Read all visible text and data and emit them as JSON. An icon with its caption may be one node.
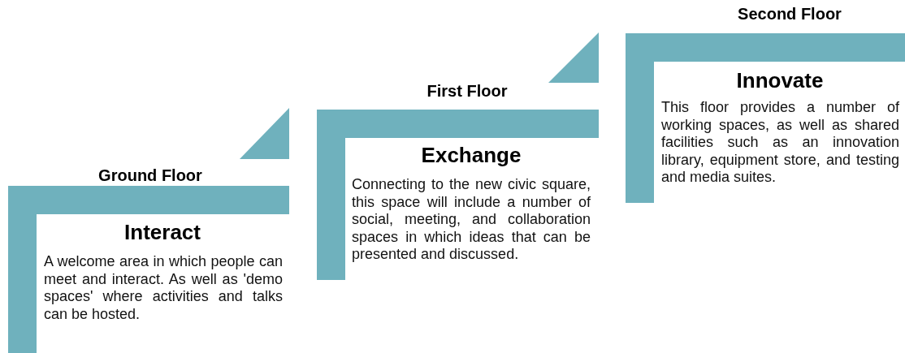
{
  "diagram": {
    "nodes": [
      {
        "text": [
          "Ground Floor",
          "Interact",
          "A welcome area in which people can meet and interact. As well as 'demo spaces' where activities and talks can be hosted."
        ]
      },
      {
        "text": [
          "First Floor",
          "Exchange",
          "Connecting to the new civic square, this space will include a number of social, meeting, and collaboration spaces in which ideas that can be presented and discussed."
        ]
      },
      {
        "text": [
          "Second Floor",
          "Innovate",
          "This floor provides a number of working spaces, as well as shared facilities such as an innovation library, equipment store, and testing and media suites."
        ]
      }
    ]
  }
}
